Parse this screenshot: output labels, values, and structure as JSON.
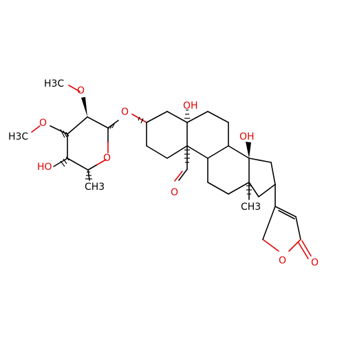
{
  "atoms": {
    "o_methoxy_top": "O",
    "methyl_top": "H3C",
    "o_methoxy_left": "O",
    "methyl_left": "H3C",
    "o_glycoside": "O",
    "o_ring_sugar": "O",
    "hydroxy_sugar": "HO",
    "methyl_sugar": "CH3",
    "hydroxy_c5": "OH",
    "hydroxy_c14": "OH",
    "o_aldehyde": "O",
    "methyl_c13": "CH3",
    "o_lactone_ring": "O",
    "o_lactone_carbonyl": "O"
  },
  "colors": {
    "oxygen": "#e00000",
    "carbon": "#000000",
    "background": "#ffffff"
  }
}
